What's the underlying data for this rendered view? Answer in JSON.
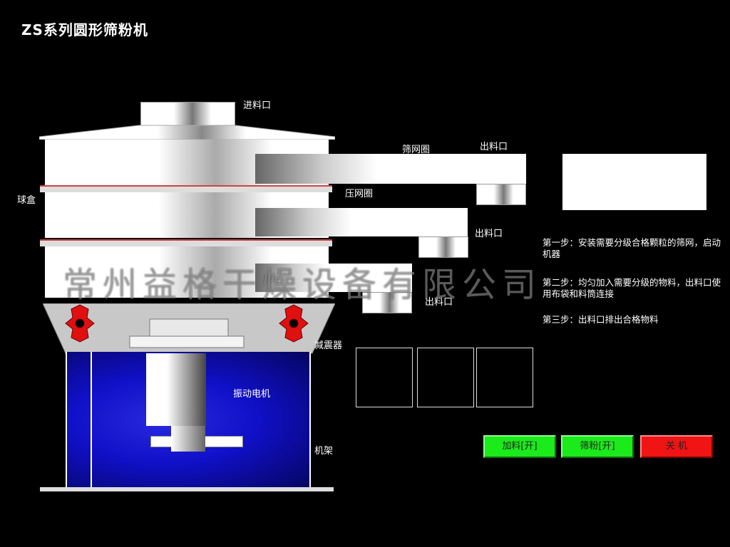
{
  "title": "ZS系列圆形筛粉机",
  "labels": {
    "feed_inlet": "进料口",
    "screen_ring": "筛网圈",
    "outlet_1": "出料口",
    "ball_box": "球盒",
    "press_ring": "压网圈",
    "outlet_2": "出料口",
    "outlet_3": "出料口",
    "damper": "减震器",
    "vibration_motor": "振动电机",
    "frame": "机架"
  },
  "steps": {
    "step1": "第一步：安装需要分级合格颗粒的筛网，启动机器",
    "step2": "第二步：均匀加入需要分级的物料，出料口使用布袋和料筒连接",
    "step3": "第三步：出料口排出合格物料"
  },
  "watermark": "常州益格干燥设备有限公司",
  "buttons": {
    "feed": "加料[开]",
    "sieve": "筛粉[开]",
    "stop": "关 机"
  },
  "colors": {
    "background": "#000000",
    "base_blue": "#1010c8",
    "button_green": "#1bea1b",
    "button_red": "#f01414",
    "damper_red": "#e01010"
  }
}
